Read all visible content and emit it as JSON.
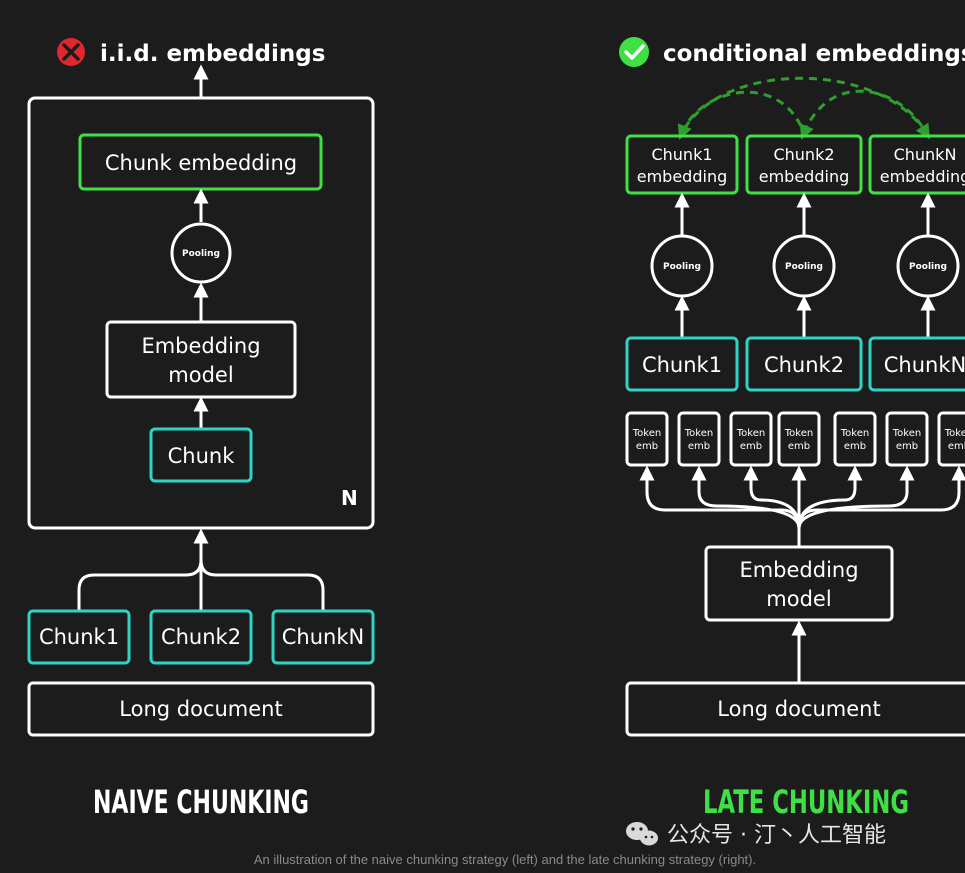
{
  "left": {
    "header": "i.i.d. embeddings",
    "chunk_embedding": "Chunk embedding",
    "pooling": "Pooling",
    "embedding_model": [
      "Embedding",
      "model"
    ],
    "chunk": "Chunk",
    "repeat_marker": "N",
    "chunks": [
      "Chunk1",
      "Chunk2",
      "ChunkN"
    ],
    "long_document": "Long document",
    "title": "NAIVE CHUNKING"
  },
  "right": {
    "header": "conditional embeddings",
    "chunk_embeddings": [
      [
        "Chunk1",
        "embedding"
      ],
      [
        "Chunk2",
        "embedding"
      ],
      [
        "ChunkN",
        "embedding"
      ]
    ],
    "pooling": "Pooling",
    "chunks": [
      "Chunk1",
      "Chunk2",
      "ChunkN"
    ],
    "token_emb": [
      "Token",
      "emb"
    ],
    "embedding_model": [
      "Embedding",
      "model"
    ],
    "long_document": "Long document",
    "title": "LATE CHUNKING"
  },
  "watermark": "公众号 · 汀丶人工智能",
  "caption": "An illustration of the naive chunking strategy (left) and the late chunking strategy (right).",
  "colors": {
    "background": "#1c1c1c",
    "green": "#3fe046",
    "teal": "#2fd3c4",
    "white": "#ffffff",
    "red": "#e0262f",
    "dashed_arrow": "#2f9e2f",
    "caption": "#8a8a8a"
  }
}
